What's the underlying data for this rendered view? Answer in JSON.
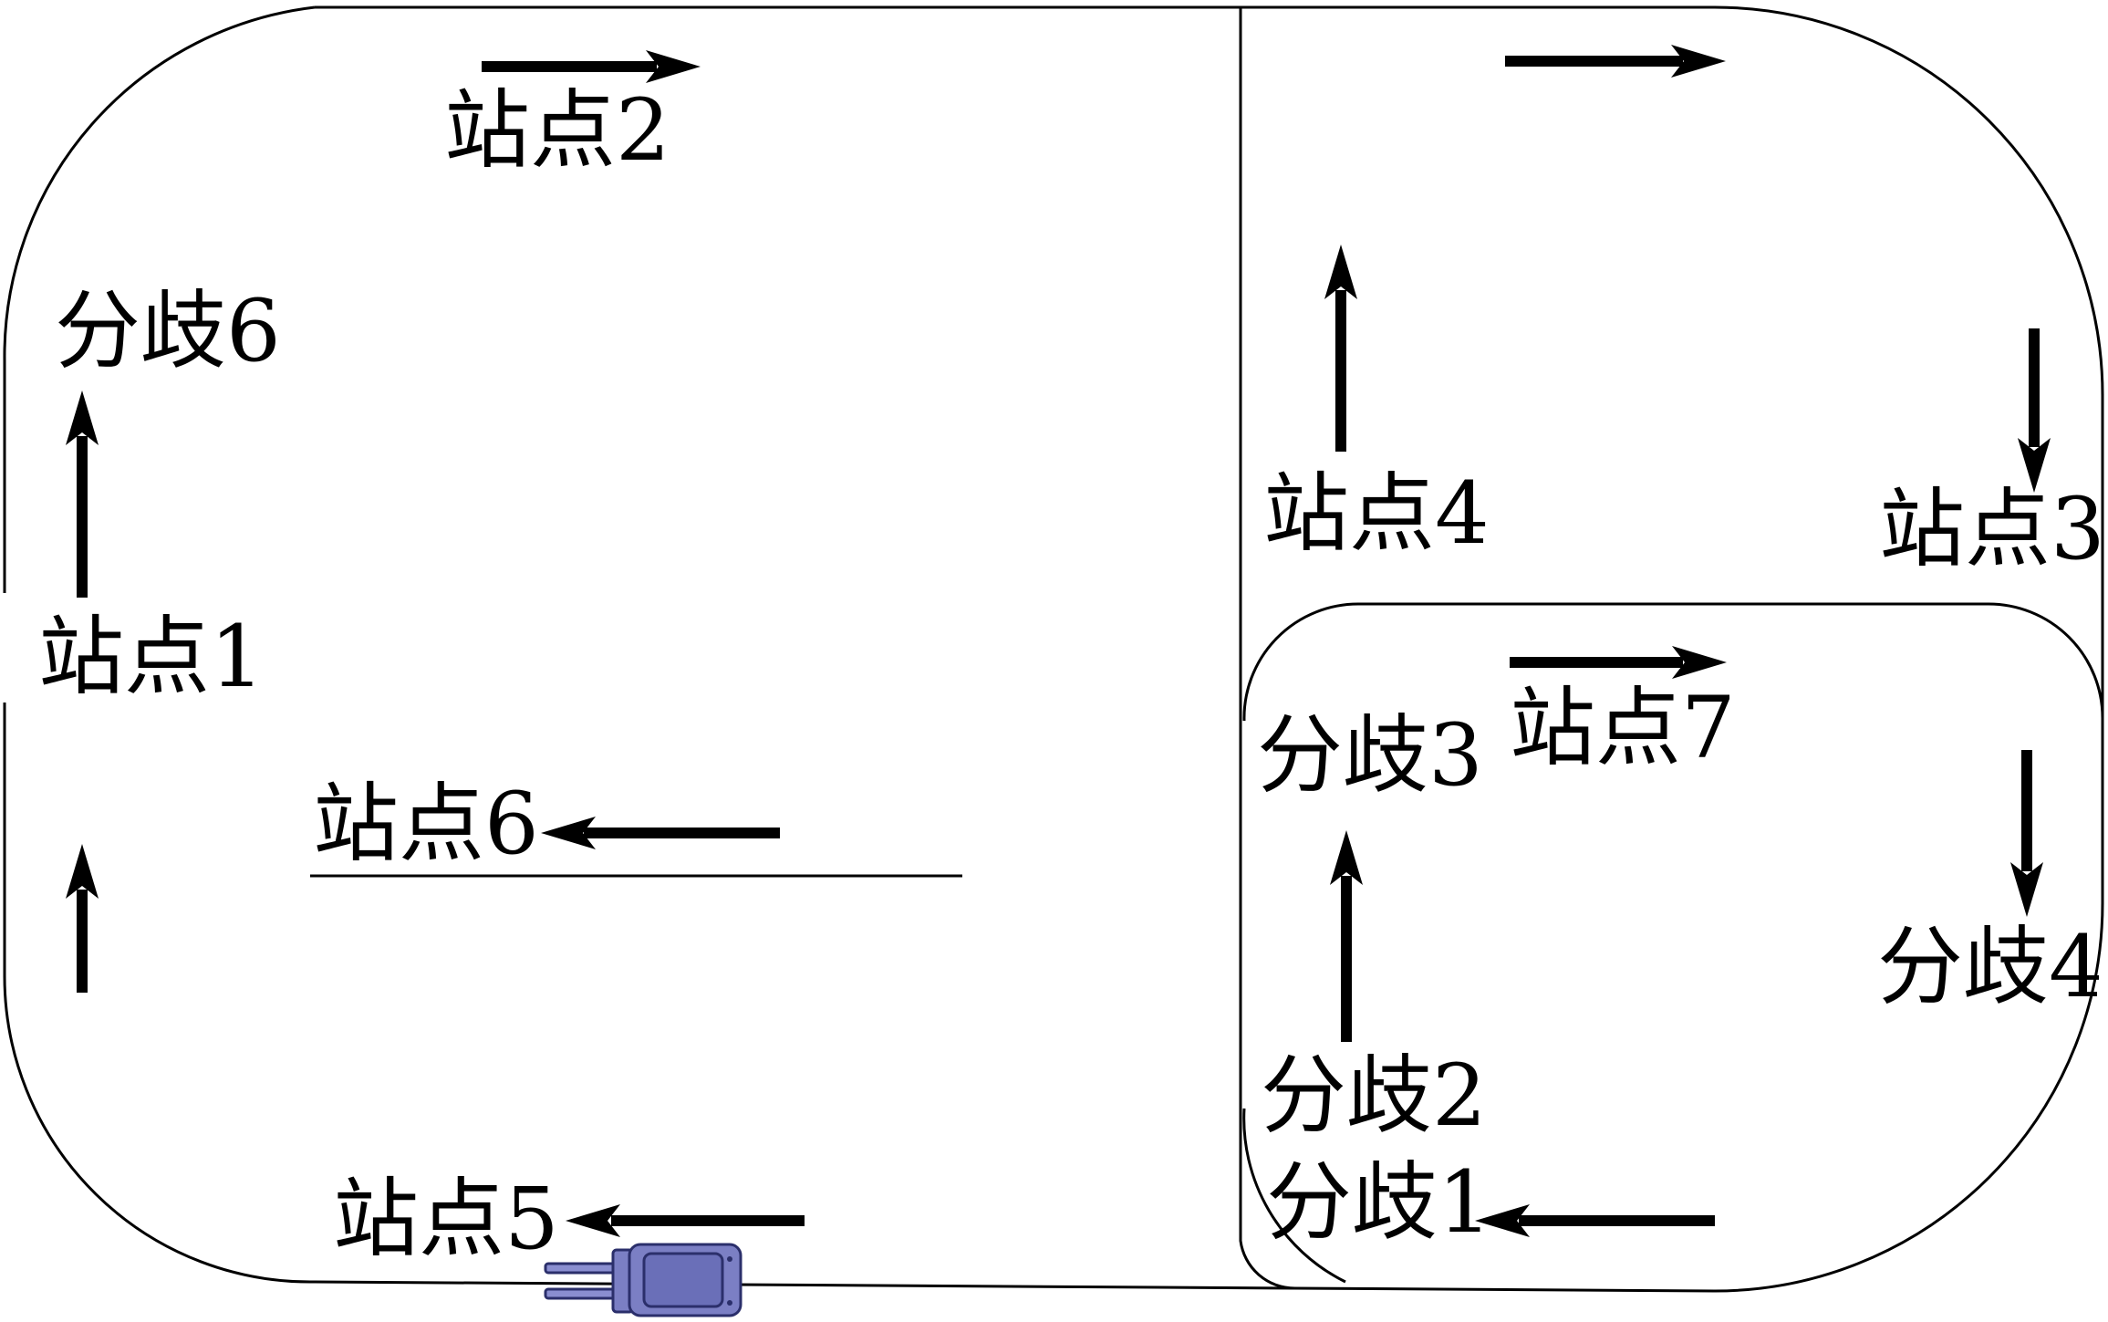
{
  "labels": {
    "station_1": "站点1",
    "station_2": "站点2",
    "station_3": "站点3",
    "station_4": "站点4",
    "station_5": "站点5",
    "station_6": "站点6",
    "station_7": "站点7",
    "branch_1": "分歧1",
    "branch_2": "分歧2",
    "branch_3": "分歧3",
    "branch_4": "分歧4",
    "branch_6": "分歧6"
  },
  "icons": {
    "vehicle": "agv-vehicle-icon",
    "arrow": "direction-arrow-icon"
  },
  "colors": {
    "track": "#000000",
    "vehicle": "#7b7fc4"
  }
}
